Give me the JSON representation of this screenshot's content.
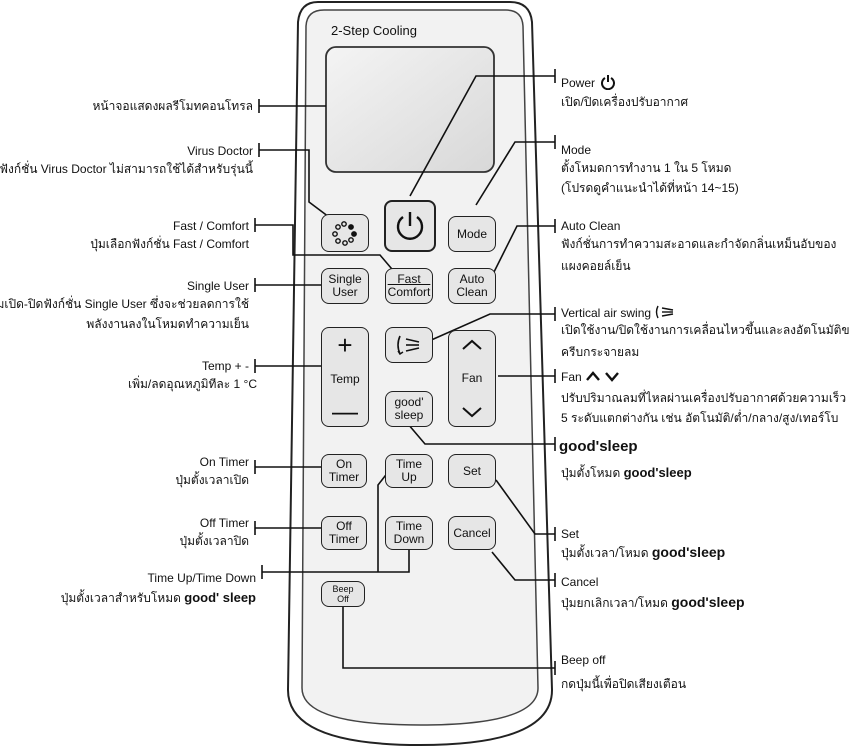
{
  "remote": {
    "header": "2-Step Cooling",
    "buttons": {
      "mode": "Mode",
      "single_user": [
        "Single",
        "User"
      ],
      "fast_comfort": [
        "Fast",
        "Comfort"
      ],
      "auto_clean": [
        "Auto",
        "Clean"
      ],
      "temp": "Temp",
      "fan": "Fan",
      "good_sleep": [
        "good'",
        "sleep"
      ],
      "on_timer": [
        "On",
        "Timer"
      ],
      "time_up": [
        "Time",
        "Up"
      ],
      "set": "Set",
      "off_timer": [
        "Off",
        "Timer"
      ],
      "time_down": [
        "Time",
        "Down"
      ],
      "cancel": "Cancel",
      "beep_off": [
        "Beep",
        "Off"
      ]
    }
  },
  "callouts": {
    "display": {
      "desc": "หน้าจอแสดงผลรีโมทคอนโทรล"
    },
    "virus_doctor": {
      "title": "Virus Doctor",
      "desc": "ฟังก์ชั่น Virus Doctor ไม่สามารถใช้ได้สำหรับรุ่นนี้"
    },
    "fast_comfort": {
      "title": "Fast / Comfort",
      "desc": "ปุ่มเลือกฟังก์ชั่น Fast / Comfort"
    },
    "single_user": {
      "title": "Single User",
      "desc1": "ปุ่มเปิด-ปิดฟังก์ชั่น Single User ซึ่งจะช่วยลดการใช้",
      "desc2": "พลังงานลงในโหมดทำความเย็น"
    },
    "temp": {
      "title": "Temp + -",
      "desc": "เพิ่ม/ลดอุณหภูมิทีละ 1 °C"
    },
    "on_timer": {
      "title": "On Timer",
      "desc": "ปุ่มตั้งเวลาเปิด"
    },
    "off_timer": {
      "title": "Off Timer",
      "desc": "ปุ่มตั้งเวลาปิด"
    },
    "time_up_down": {
      "title": "Time Up/Time Down",
      "desc": "ปุ่มตั้งเวลาสำหรับโหมด",
      "brand": "good' sleep"
    },
    "power": {
      "title": "Power",
      "desc": "เปิด/ปิดเครื่องปรับอากาศ"
    },
    "mode": {
      "title": "Mode",
      "desc1": "ตั้งโหมดการทำงาน 1 ใน 5 โหมด",
      "desc2": "(โปรดดูคำแนะนำได้ที่หน้า 14~15)"
    },
    "auto_clean": {
      "title": "Auto Clean",
      "desc1": "ฟังก์ชั่นการทำความสะอาดและกำจัดกลิ่นเหม็นอับของ",
      "desc2": "แผงคอยล์เย็น"
    },
    "vertical_swing": {
      "title": "Vertical air swing",
      "desc1": "เปิดใช้งาน/ปิดใช้งานการเคลื่อนไหวขึ้นและลงอัตโนมัติของ",
      "desc2": "ครีบกระจายลม"
    },
    "fan": {
      "title": "Fan",
      "desc1": "ปรับปริมาณลมที่ไหลผ่านเครื่องปรับอากาศด้วยความเร็ว",
      "desc2": "5 ระดับแตกต่างกัน เช่น อัตโนมัติ/ต่ำ/กลาง/สูง/เทอร์โบ"
    },
    "good_sleep": {
      "title": "good'sleep",
      "desc": "ปุ่มตั้งโหมด",
      "brand": "good'sleep"
    },
    "set": {
      "title": "Set",
      "desc": "ปุ่มตั้งเวลา/โหมด",
      "brand": "good'sleep"
    },
    "cancel": {
      "title": "Cancel",
      "desc": "ปุ่มยกเลิกเวลา/โหมด",
      "brand": "good'sleep"
    },
    "beep_off": {
      "title": "Beep off",
      "desc": "กดปุ่มนี้เพื่อปิดเสียงเตือน"
    }
  },
  "colors": {
    "remote_body": "#f4f4f4",
    "button_face": "#e6e6e6",
    "outline": "#222222"
  }
}
